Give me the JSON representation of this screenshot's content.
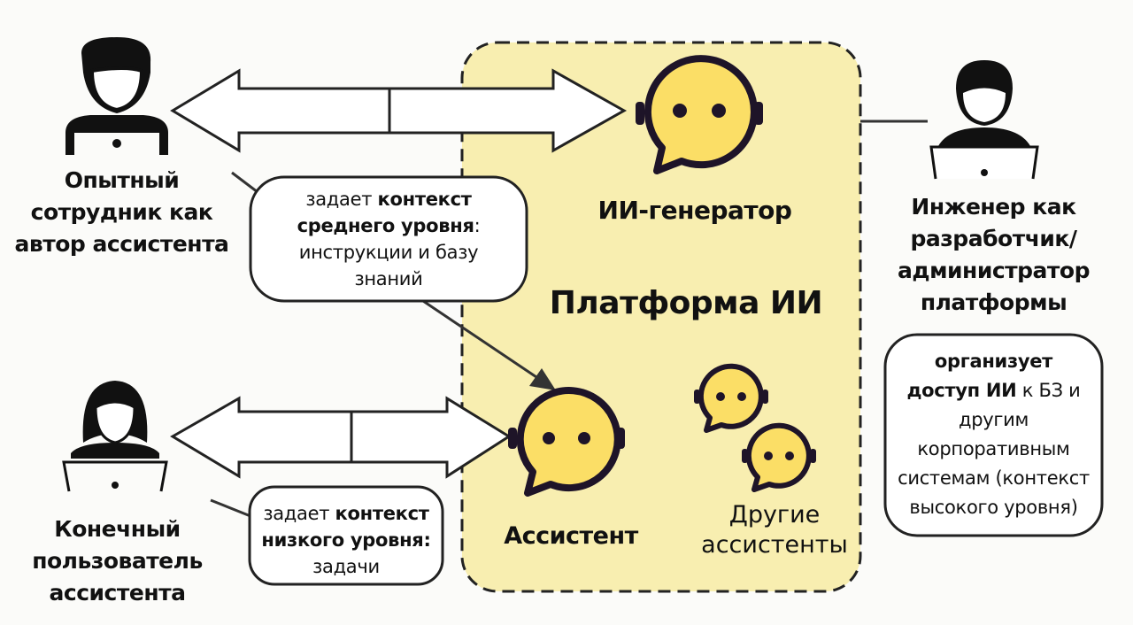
{
  "platform": {
    "title": "Платформа ИИ",
    "fill_color": "#f8eeb0"
  },
  "generator": {
    "label": "ИИ-генератор"
  },
  "assistant": {
    "label": "Ассистент"
  },
  "other_assistants": {
    "label_line1": "Другие",
    "label_line2": "ассистенты"
  },
  "author": {
    "label_line1": "Опытный",
    "label_line2": "сотрудник как",
    "label_line3": "автор ассистента",
    "note": {
      "pre": "задает ",
      "bold1": "контекст",
      "bold2": "среднего уровня",
      "post1": ":",
      "post2": "инструкции и базу",
      "post3": "знаний"
    }
  },
  "end_user": {
    "label_line1": "Конечный",
    "label_line2": "пользователь",
    "label_line3": "ассистента",
    "note": {
      "pre": "задает ",
      "bold1": "контекст",
      "bold2": "низкого уровня:",
      "post": "задачи"
    }
  },
  "engineer": {
    "label_line1": "Инженер как",
    "label_line2": "разработчик/",
    "label_line3": "администратор",
    "label_line4": "платформы",
    "note": {
      "bold1": "организует",
      "bold2": "доступ ИИ",
      "post1": " к БЗ и",
      "post2": "другим",
      "post3": "корпоративным",
      "post4": "системам (контекст",
      "post5": "высокого уровня)"
    }
  }
}
